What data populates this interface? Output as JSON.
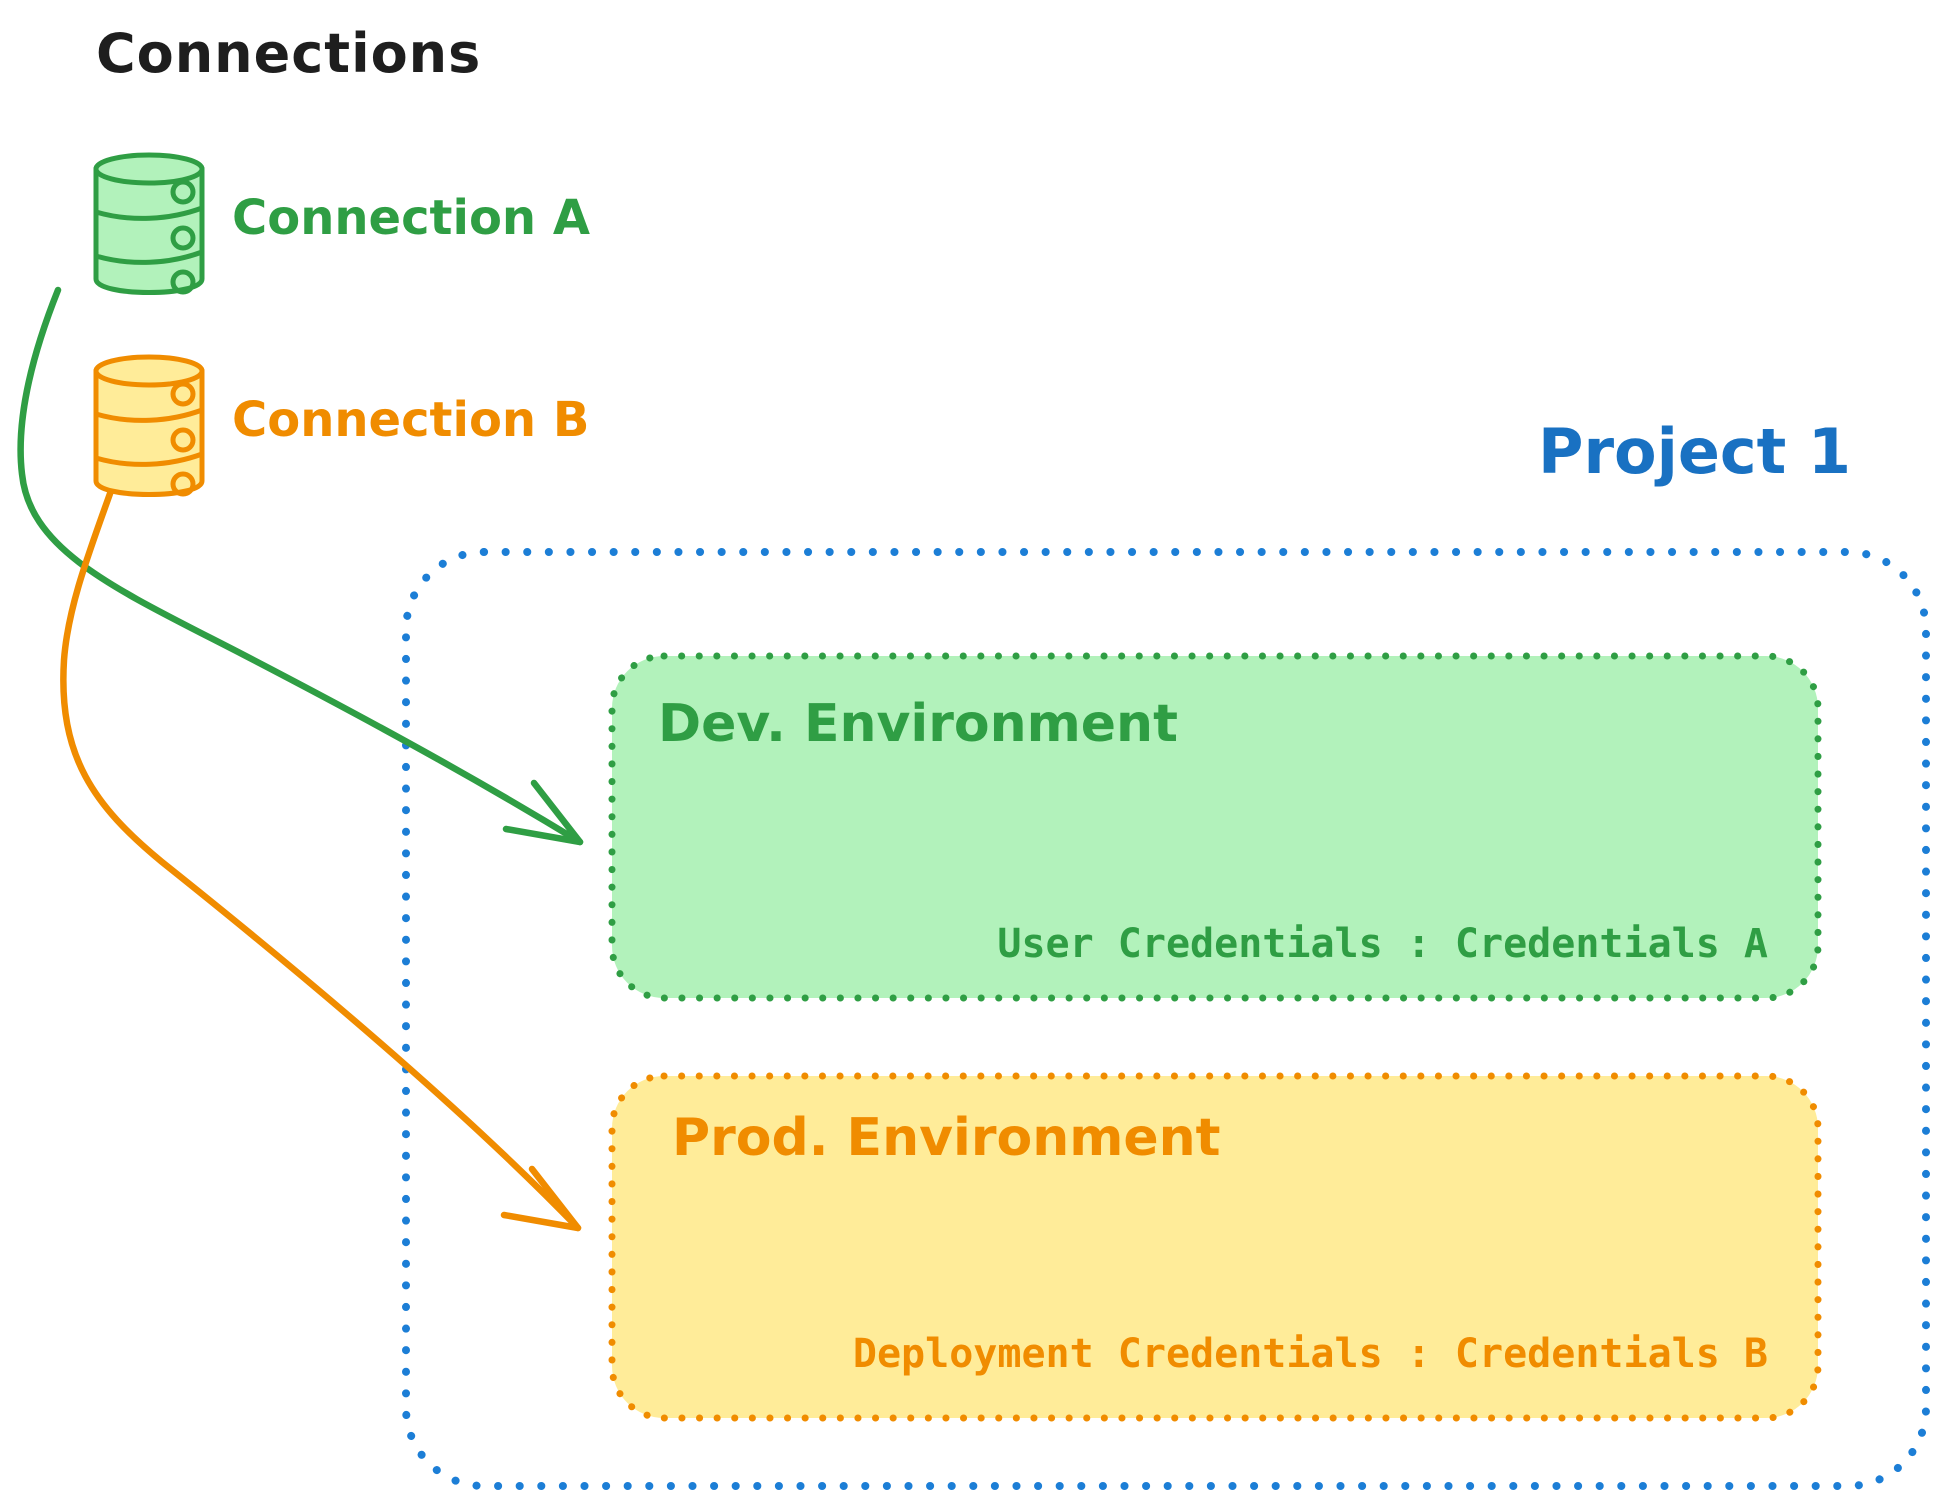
{
  "title": "Connections",
  "colors": {
    "ink": "#1e1e1e",
    "green": "#2f9e44",
    "green_fill": "#b2f2bb",
    "orange": "#f08c00",
    "orange_fill": "#ffec99",
    "blue_border": "#1c7ed6",
    "blue_text": "#1971c2"
  },
  "connections": [
    {
      "label": "Connection A",
      "icon": "database-icon",
      "color": "#2f9e44"
    },
    {
      "label": "Connection B",
      "icon": "database-icon",
      "color": "#f08c00"
    }
  ],
  "project": {
    "label": "Project 1",
    "environments": [
      {
        "name": "Dev. Environment",
        "credentials": "User Credentials : Credentials A"
      },
      {
        "name": "Prod. Environment",
        "credentials": "Deployment Credentials : Credentials B"
      }
    ]
  },
  "arrows": [
    {
      "from": "Connection A",
      "to": "Dev. Environment",
      "color": "#2f9e44"
    },
    {
      "from": "Connection B",
      "to": "Prod. Environment",
      "color": "#f08c00"
    }
  ]
}
